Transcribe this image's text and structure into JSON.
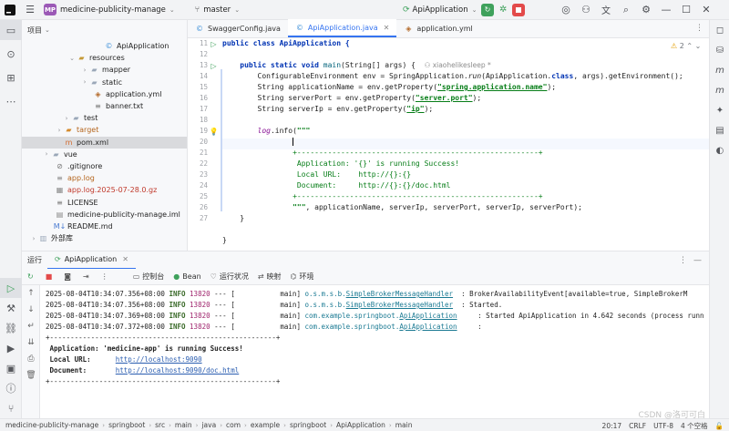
{
  "titlebar": {
    "project_badge": "MP",
    "project_name": "medicine-publicity-manage",
    "branch": "master",
    "run_config": "ApiApplication",
    "colors": {
      "run_green": "#3fa15c",
      "stop_red": "#e34a4a"
    }
  },
  "project_panel": {
    "title": "项目",
    "tree": [
      {
        "label": "ApiApplication",
        "icon": "java-class-icon",
        "chevron": ""
      },
      {
        "label": "resources",
        "icon": "folder-icon",
        "chevron": "v"
      },
      {
        "label": "mapper",
        "icon": "folder-icon",
        "chevron": ">"
      },
      {
        "label": "static",
        "icon": "folder-icon",
        "chevron": ">"
      },
      {
        "label": "application.yml",
        "icon": "yml-file-icon",
        "chevron": ""
      },
      {
        "label": "banner.txt",
        "icon": "text-file-icon",
        "chevron": ""
      },
      {
        "label": "test",
        "icon": "folder-icon",
        "chevron": ">"
      },
      {
        "label": "target",
        "icon": "folder-icon",
        "chevron": ">"
      },
      {
        "label": "pom.xml",
        "icon": "maven-file-icon",
        "chevron": ""
      },
      {
        "label": "vue",
        "icon": "folder-icon",
        "chevron": ">"
      },
      {
        "label": ".gitignore",
        "icon": "gitignore-file-icon",
        "chevron": ""
      },
      {
        "label": "app.log",
        "icon": "log-file-icon",
        "chevron": ""
      },
      {
        "label": "app.log.2025-07-28.0.gz",
        "icon": "archive-file-icon",
        "chevron": ""
      },
      {
        "label": "LICENSE",
        "icon": "text-file-icon",
        "chevron": ""
      },
      {
        "label": "medicine-publicity-manage.iml",
        "icon": "iml-file-icon",
        "chevron": ""
      },
      {
        "label": "README.md",
        "icon": "markdown-file-icon",
        "chevron": ""
      },
      {
        "label": "外部库",
        "icon": "library-icon",
        "chevron": ">"
      }
    ]
  },
  "editor": {
    "tabs": [
      {
        "label": "SwaggerConfig.java",
        "active": false
      },
      {
        "label": "ApiApplication.java",
        "active": true
      },
      {
        "label": "application.yml",
        "active": false
      }
    ],
    "warnings": "2",
    "lines": [
      "11",
      "12",
      "13",
      "14",
      "15",
      "16",
      "17",
      "18",
      "19",
      "20",
      "21",
      "22",
      "23",
      "24",
      "25",
      "26",
      "27"
    ],
    "code": {
      "l11": "public class ApiApplication {",
      "l13a": "public static void ",
      "l13b": "main",
      "l13c": "(String[] args) {",
      "l13hint": "xiaohelikesleep *",
      "l14a": "ConfigurableEnvironment env = SpringApplication.",
      "l14b": "run",
      "l14c": "(ApiApplication.",
      "l14d": "class",
      "l14e": ", args).getEnvironment();",
      "l15a": "String applicationName = env.getProperty(",
      "l15b": "\"spring.application.name\"",
      "l15c": ");",
      "l16a": "String serverPort = env.getProperty(",
      "l16b": "\"server.port\"",
      "l16c": ");",
      "l17a": "String serverIp = env.getProperty(",
      "l17b": "\"ip\"",
      "l17c": ");",
      "l19a": "log",
      "l19b": ".info(",
      "l19c": "\"\"\"",
      "l21": "+-------------------------------------------------------+",
      "l22": "Application: '{}' is running Success!",
      "l23": "Local URL:    http://{}:{}",
      "l24": "Document:     http://{}:{}/doc.html",
      "l25": "+-------------------------------------------------------+",
      "l26a": "\"\"\"",
      "l26b": ", applicationName, serverIp, serverPort, serverIp, serverPort);",
      "l27": "}",
      "l29": "}"
    }
  },
  "run_panel": {
    "title": "运行",
    "tab": "ApiApplication",
    "toolbar": [
      "控制台",
      "Bean",
      "运行状况",
      "映射",
      "环境"
    ],
    "console": [
      {
        "ts": "2025-08-04T10:34:07.356+08:00",
        "level": "INFO",
        "pid": "13820",
        "sep": "--- [",
        "thread": "           main]",
        "logger_pre": "o.s.m.s.b.",
        "logger_main": "SimpleBrokerMessageHandler",
        "msg": "  : BrokerAvailabilityEvent[available=true, SimpleBrokerM"
      },
      {
        "ts": "2025-08-04T10:34:07.356+08:00",
        "level": "INFO",
        "pid": "13820",
        "sep": "--- [",
        "thread": "           main]",
        "logger_pre": "o.s.m.s.b.",
        "logger_main": "SimpleBrokerMessageHandler",
        "msg": "  : Started."
      },
      {
        "ts": "2025-08-04T10:34:07.369+08:00",
        "level": "INFO",
        "pid": "13820",
        "sep": "--- [",
        "thread": "           main]",
        "logger_pre": "com.example.springboot.",
        "logger_main": "ApiApplication",
        "msg": "     : Started ApiApplication in 4.642 seconds (process runn"
      },
      {
        "ts": "2025-08-04T10:34:07.372+08:00",
        "level": "INFO",
        "pid": "13820",
        "sep": "--- [",
        "thread": "           main]",
        "logger_pre": "com.example.springboot.",
        "logger_main": "ApiApplication",
        "msg": "     :"
      }
    ],
    "banner": {
      "border": "+-------------------------------------------------------+",
      "app_line": "Application: 'medicine-app' is running Success!",
      "local_label": "Local URL:",
      "local_url": "http://localhost:9090",
      "doc_label": "Document:",
      "doc_url": "http://localhost:9090/doc.html"
    }
  },
  "statusbar": {
    "breadcrumbs": [
      "medicine-publicity-manage",
      "springboot",
      "src",
      "main",
      "java",
      "com",
      "example",
      "springboot",
      "ApiApplication",
      "main"
    ],
    "position": "20:17",
    "line_sep": "CRLF",
    "encoding": "UTF-8",
    "indent": "4 个空格",
    "watermark": "CSDN @洛可可白"
  }
}
